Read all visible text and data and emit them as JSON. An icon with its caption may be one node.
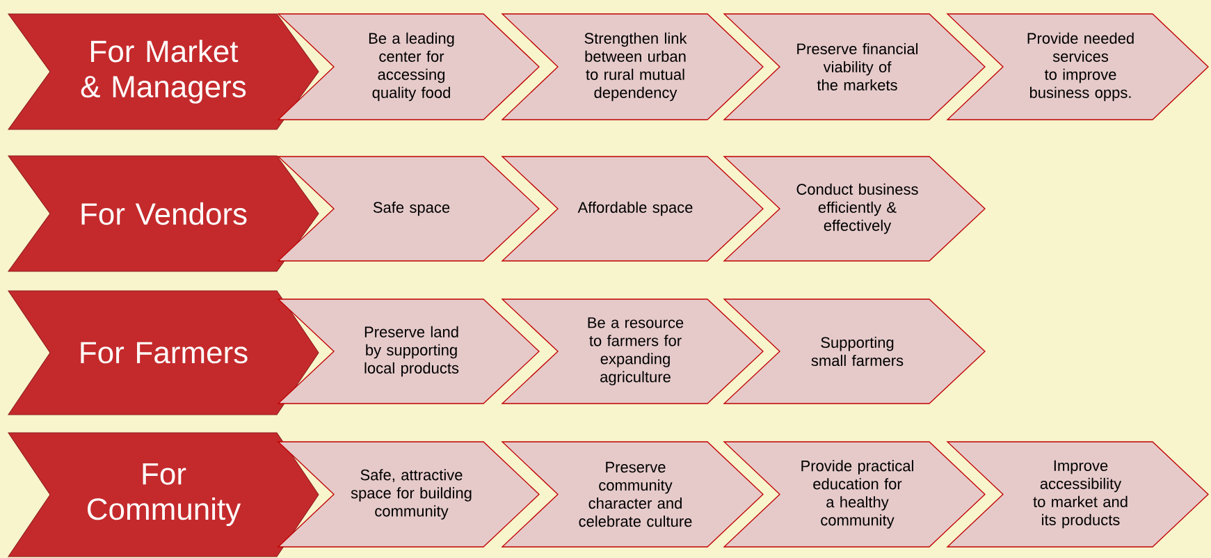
{
  "diagram": {
    "nodes": [
      {
        "text": [
          "For Market & Managers"
        ]
      },
      {
        "text": [
          "Be a leading center for accessing quality food"
        ]
      },
      {
        "text": [
          "Strengthen link between urban to rural mutual dependency"
        ]
      },
      {
        "text": [
          "Preserve financial viability of the markets"
        ]
      },
      {
        "text": [
          "Provide needed services to improve business opps."
        ]
      },
      {
        "text": [
          "For Vendors"
        ]
      },
      {
        "text": [
          "Safe space"
        ]
      },
      {
        "text": [
          "Affordable space"
        ]
      },
      {
        "text": [
          "Conduct business efficiently & effectively"
        ]
      },
      {
        "text": [
          "For Farmers"
        ]
      },
      {
        "text": [
          "Preserve land by supporting local products"
        ]
      },
      {
        "text": [
          "Be a resource to farmers for expanding agriculture"
        ]
      },
      {
        "text": [
          "Supporting small farmers"
        ]
      },
      {
        "text": [
          "For Community"
        ]
      },
      {
        "text": [
          "Safe, attractive space for building community"
        ]
      },
      {
        "text": [
          "Preserve community character and celebrate culture"
        ]
      },
      {
        "text": [
          "Provide practical education for a healthy community"
        ]
      },
      {
        "text": [
          "Improve accessibility to market and its products"
        ]
      }
    ]
  }
}
